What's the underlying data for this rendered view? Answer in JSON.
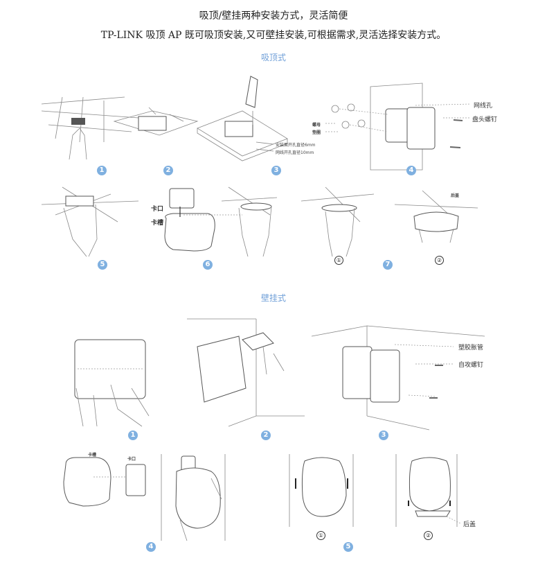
{
  "header": {
    "title": "吸顶/壁挂两种安装方式，灵活简便",
    "subtitle": "TP-LINK 吸顶 AP 既可吸顶安装,又可壁挂安装,可根据需求,灵活选择安装方式。"
  },
  "ceiling": {
    "heading": "吸顶式",
    "steps": [
      "1",
      "2",
      "3",
      "4",
      "5",
      "6",
      "7"
    ],
    "substeps": [
      "①",
      "②"
    ],
    "labels": {
      "mount_hole": "安装面开孔直径6mm",
      "cable_hole_size": "网线开孔直径10mm",
      "cable_hole": "网线孔",
      "pan_screw": "盘头螺钉",
      "nut": "螺母",
      "washer": "垫圈",
      "clip": "卡口",
      "slot": "卡槽",
      "back_cover": "后盖"
    }
  },
  "wall": {
    "heading": "壁挂式",
    "steps": [
      "1",
      "2",
      "3",
      "4",
      "5"
    ],
    "substeps": [
      "①",
      "②"
    ],
    "labels": {
      "anchor": "塑胶胀管",
      "tapping_screw": "自攻螺钉",
      "slot": "卡槽",
      "clip": "卡口",
      "back_cover": "后盖"
    }
  },
  "colors": {
    "accent": "#6f9fd8",
    "step_badge": "#7fb0e0"
  }
}
